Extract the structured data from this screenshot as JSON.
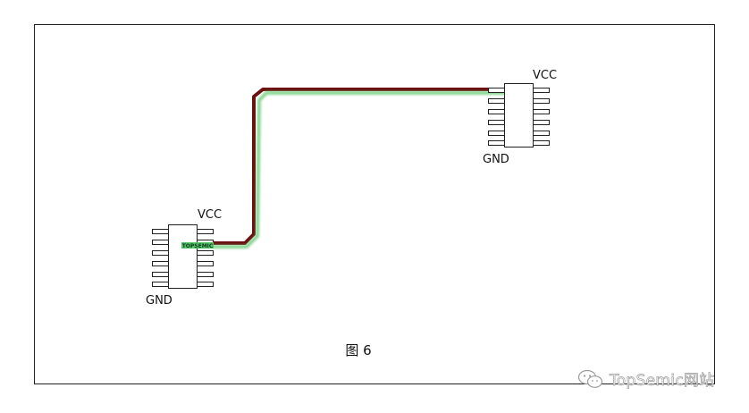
{
  "diagram": {
    "caption": "图 6",
    "watermark_text": "TopSemic网站",
    "watermark_icon": "wechat-icon",
    "chip_left": {
      "vcc_label": "VCC",
      "gnd_label": "GND",
      "marker_text": "TOPSEMIC"
    },
    "chip_right": {
      "vcc_label": "VCC",
      "gnd_label": "GND"
    },
    "colors": {
      "trace": "#6b1010",
      "trace_glow": "#6fcf7d",
      "frame": "#222222",
      "marker_bg": "#55c46c"
    }
  }
}
